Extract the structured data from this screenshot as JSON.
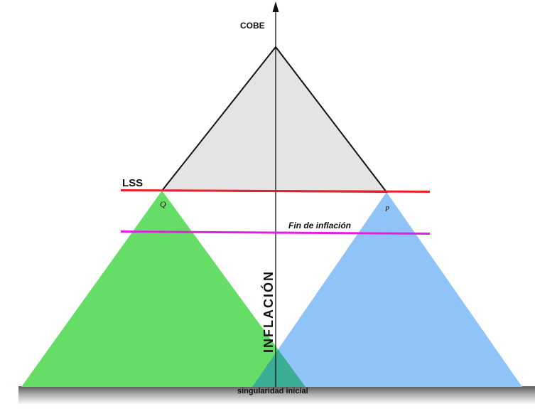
{
  "labels": {
    "cobe": "COBE",
    "lss": "LSS",
    "point_q": "Q",
    "point_p": "P",
    "end_inflation": "Fin de inflación",
    "inflation": "INFLACIÓN",
    "initial_singularity": "singularidad inicial"
  },
  "colors": {
    "green_cone": "#66dd66",
    "blue_cone": "#90c4f8",
    "overlap": "#3aae94",
    "grey_cone": "#e4e4e4",
    "lss_line": "#e8202a",
    "inflation_line": "#e020e0",
    "axis": "#111111",
    "floor": "#8a8a8a"
  }
}
